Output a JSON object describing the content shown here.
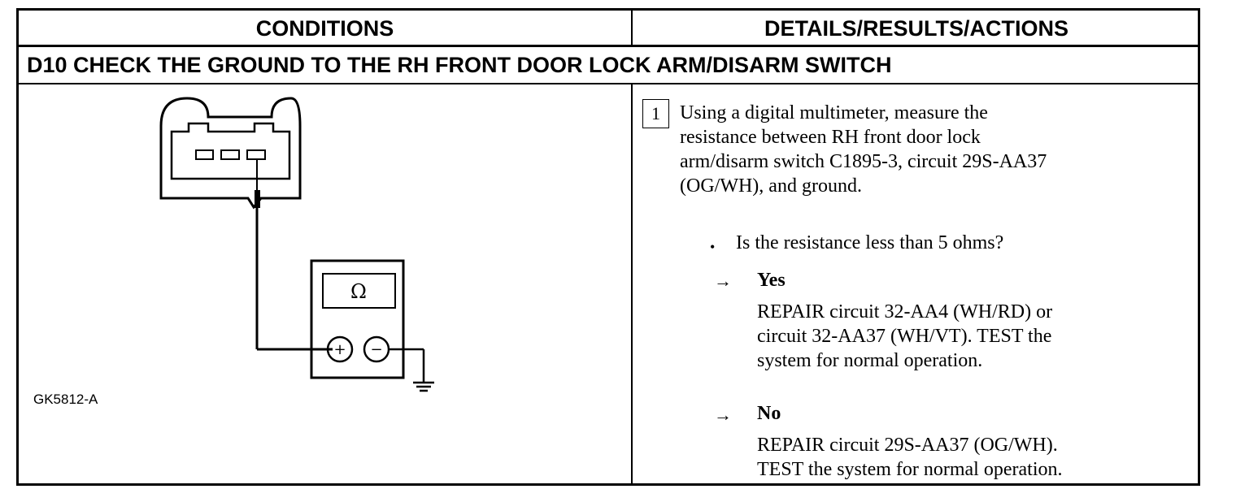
{
  "header": {
    "conditions": "CONDITIONS",
    "details": "DETAILS/RESULTS/ACTIONS"
  },
  "test_step": {
    "title": "D10 CHECK THE GROUND TO THE RH FRONT DOOR LOCK ARM/DISARM SWITCH"
  },
  "figure": {
    "id": "GK5812-A",
    "meter_symbol": "Ω",
    "plus_symbol": "+",
    "minus_symbol": "−",
    "icons": [
      "connector-icon",
      "multimeter-icon",
      "ground-symbol-icon"
    ]
  },
  "step": {
    "number": "1",
    "lines": [
      "Using a digital multimeter, measure the",
      "resistance between RH front door lock",
      "arm/disarm switch C1895-3, circuit 29S-AA37",
      "(OG/WH), and ground."
    ],
    "bullet": "•",
    "question": "Is the resistance less than 5 ohms?",
    "arrow": "→",
    "yes": {
      "label": "Yes",
      "lines": [
        "REPAIR circuit 32-AA4 (WH/RD) or",
        "circuit 32-AA37 (WH/VT). TEST the",
        "system for normal operation."
      ]
    },
    "no": {
      "label": "No",
      "lines": [
        "REPAIR circuit 29S-AA37 (OG/WH).",
        "TEST the system for normal operation."
      ]
    }
  }
}
